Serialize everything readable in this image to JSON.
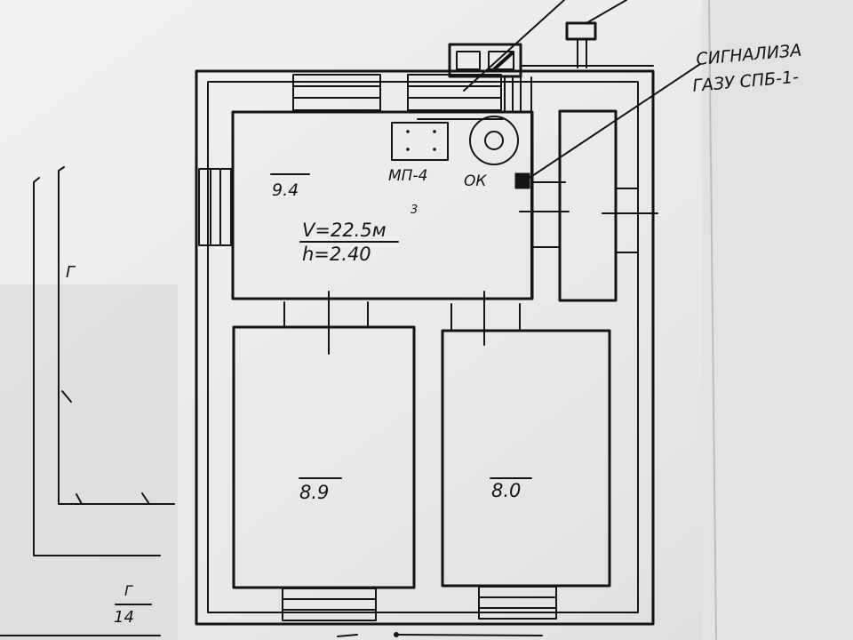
{
  "rooms": {
    "kitchen": {
      "area": "9.4",
      "volume": "V=22.5м",
      "volume_exp": "3",
      "height": "h=2.40"
    },
    "room_left": {
      "area": "8.9"
    },
    "room_right": {
      "area": "8.0"
    }
  },
  "equipment": {
    "stove_label": "МП-4",
    "boiler_label": "ОК"
  },
  "annotations": {
    "top_right_line1": "СИГНАЛИЗА",
    "top_right_line2": "ГАЗУ СПБ-1-",
    "bottom_left": "14",
    "bottom_mark_1": "Г",
    "left_mark": "Г"
  },
  "colors": {
    "ink": "#141414",
    "paper": "#eeeeec"
  }
}
